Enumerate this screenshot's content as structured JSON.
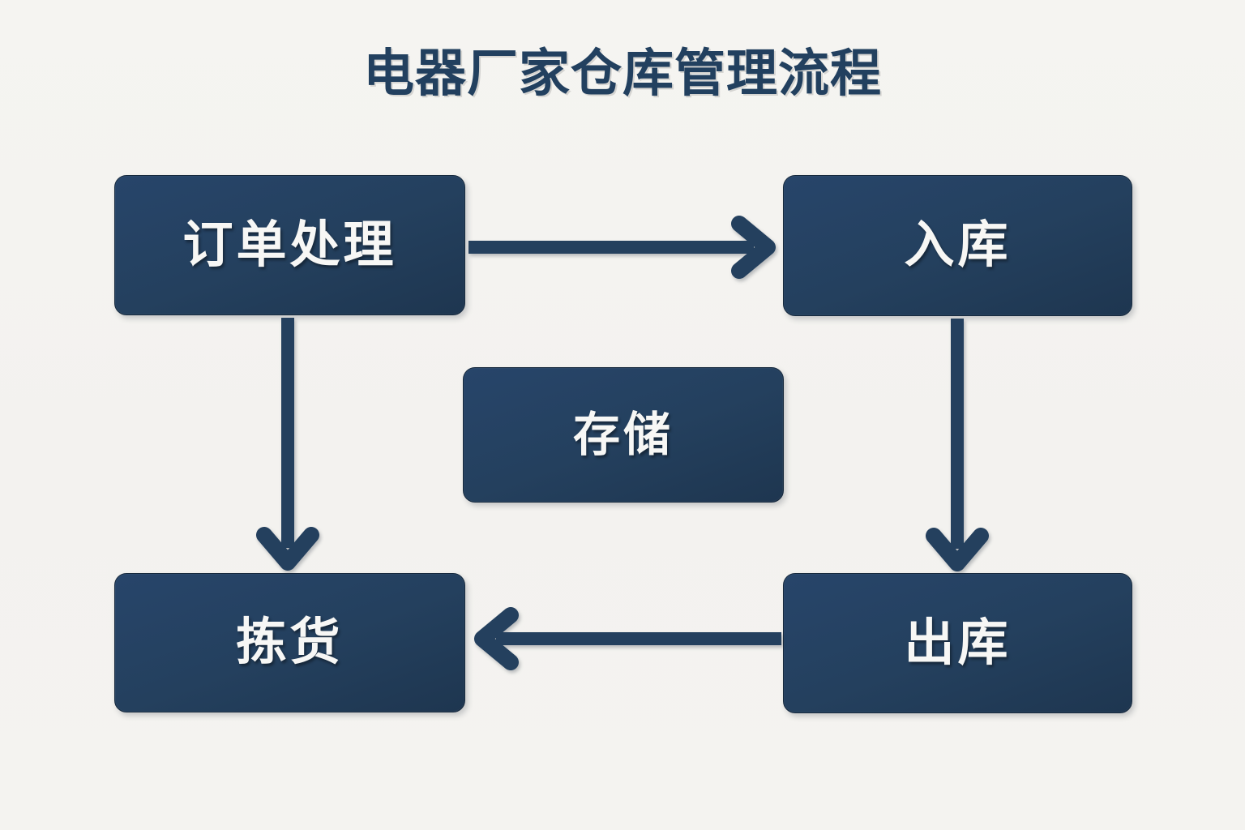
{
  "title": "电器厂家仓库管理流程",
  "background_color": "#f4f3f0",
  "node_color": "#24405e",
  "node_text_color": "#f7f7f5",
  "title_color": "#22405f",
  "arrow_color": "#24405e",
  "nodes": [
    {
      "id": "order",
      "label": "订单处理",
      "meaning": "Order Processing"
    },
    {
      "id": "inbound",
      "label": "入库",
      "meaning": "Stock In"
    },
    {
      "id": "storage",
      "label": "存储",
      "meaning": "Storage"
    },
    {
      "id": "picking",
      "label": "拣货",
      "meaning": "Picking"
    },
    {
      "id": "outbound",
      "label": "出库",
      "meaning": "Stock Out"
    }
  ],
  "arrows": [
    {
      "id": "order-to-inbound",
      "from": "order",
      "to": "inbound",
      "direction": "right"
    },
    {
      "id": "order-to-picking",
      "from": "order",
      "to": "picking",
      "direction": "down"
    },
    {
      "id": "inbound-to-outbound",
      "from": "inbound",
      "to": "outbound",
      "direction": "down"
    },
    {
      "id": "outbound-to-picking",
      "from": "outbound",
      "to": "picking",
      "direction": "left"
    }
  ]
}
